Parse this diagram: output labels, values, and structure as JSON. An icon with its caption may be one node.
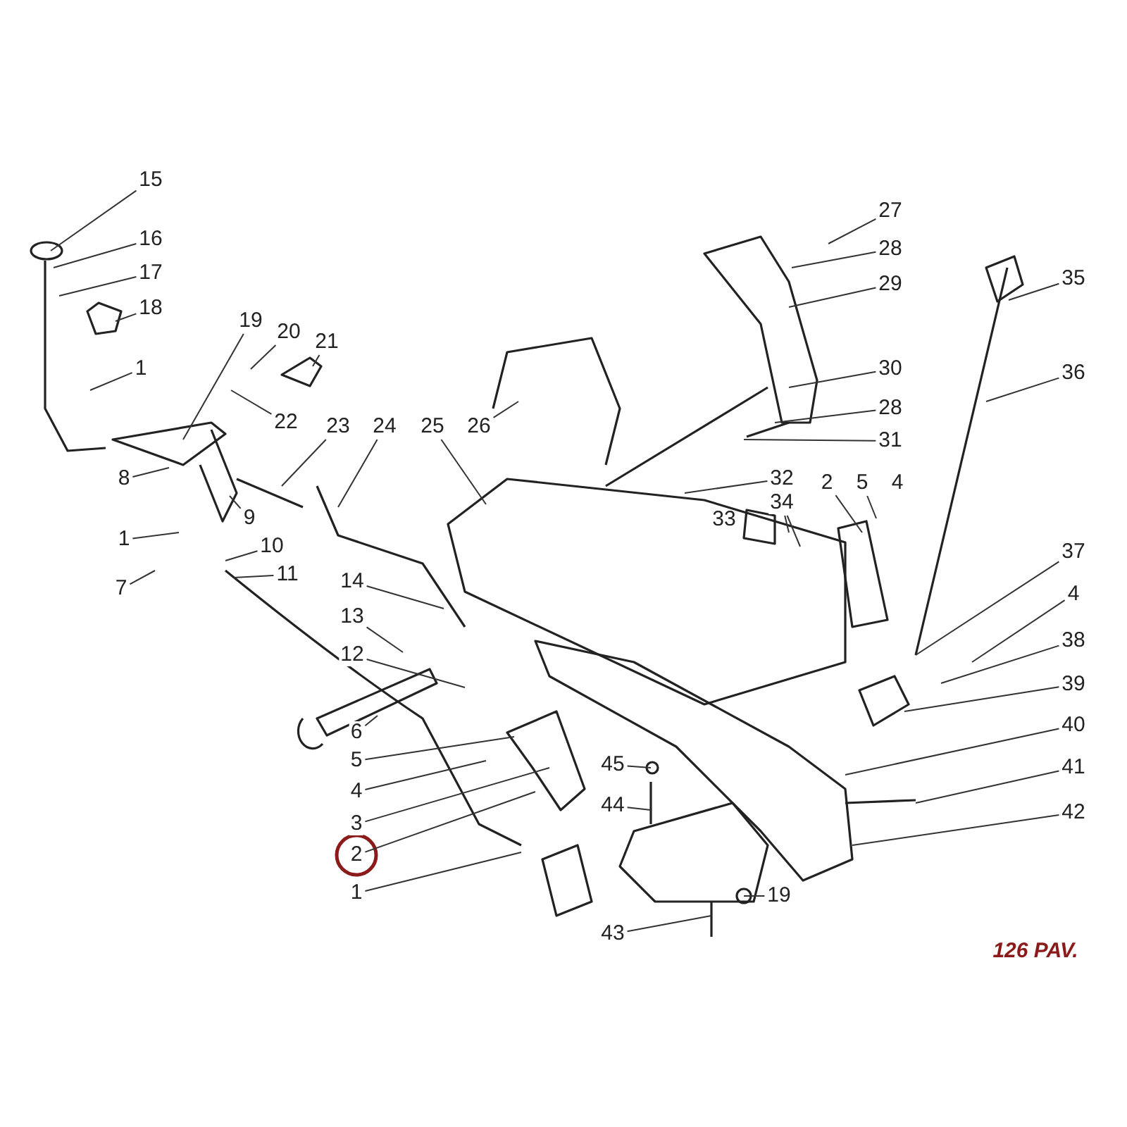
{
  "diagram": {
    "nodes": [
      {
        "text": [
          "15"
        ]
      },
      {
        "text": [
          "16"
        ]
      },
      {
        "text": [
          "17"
        ]
      },
      {
        "text": [
          "18"
        ]
      },
      {
        "text": [
          "19"
        ]
      },
      {
        "text": [
          "20"
        ]
      },
      {
        "text": [
          "21"
        ]
      },
      {
        "text": [
          "1"
        ]
      },
      {
        "text": [
          "22"
        ]
      },
      {
        "text": [
          "23"
        ]
      },
      {
        "text": [
          "24"
        ]
      },
      {
        "text": [
          "25"
        ]
      },
      {
        "text": [
          "26"
        ]
      },
      {
        "text": [
          "27"
        ]
      },
      {
        "text": [
          "28"
        ]
      },
      {
        "text": [
          "29"
        ]
      },
      {
        "text": [
          "30"
        ]
      },
      {
        "text": [
          "28"
        ]
      },
      {
        "text": [
          "31"
        ]
      },
      {
        "text": [
          "35"
        ]
      },
      {
        "text": [
          "36"
        ]
      },
      {
        "text": [
          "8"
        ]
      },
      {
        "text": [
          "9"
        ]
      },
      {
        "text": [
          "32"
        ]
      },
      {
        "text": [
          "34"
        ]
      },
      {
        "text": [
          "2"
        ]
      },
      {
        "text": [
          "5"
        ]
      },
      {
        "text": [
          "1"
        ]
      },
      {
        "text": [
          "10"
        ]
      },
      {
        "text": [
          "11"
        ]
      },
      {
        "text": [
          "7"
        ]
      },
      {
        "text": [
          "14"
        ]
      },
      {
        "text": [
          "13"
        ]
      },
      {
        "text": [
          "12"
        ]
      },
      {
        "text": [
          "37"
        ]
      },
      {
        "text": [
          "4"
        ]
      },
      {
        "text": [
          "38"
        ]
      },
      {
        "text": [
          "39"
        ]
      },
      {
        "text": [
          "6"
        ]
      },
      {
        "text": [
          "40"
        ]
      },
      {
        "text": [
          "5"
        ]
      },
      {
        "text": [
          "45"
        ]
      },
      {
        "text": [
          "4"
        ]
      },
      {
        "text": [
          "41"
        ]
      },
      {
        "text": [
          "3"
        ]
      },
      {
        "text": [
          "44"
        ]
      },
      {
        "text": [
          "42"
        ]
      },
      {
        "text": [
          "2"
        ]
      },
      {
        "text": [
          "1"
        ]
      },
      {
        "text": [
          "43"
        ]
      },
      {
        "text": [
          "19"
        ]
      }
    ],
    "edges": [
      {
        "from": 0,
        "to": null,
        "arrow": "none"
      },
      {
        "from": 1,
        "to": null,
        "arrow": "none"
      },
      {
        "from": 2,
        "to": null,
        "arrow": "none"
      },
      {
        "from": 3,
        "to": null,
        "arrow": "none"
      },
      {
        "from": 4,
        "to": null,
        "arrow": "none"
      },
      {
        "from": 5,
        "to": null,
        "arrow": "none"
      },
      {
        "from": 6,
        "to": null,
        "arrow": "none"
      },
      {
        "from": 7,
        "to": null,
        "arrow": "none"
      },
      {
        "from": 8,
        "to": null,
        "arrow": "none"
      },
      {
        "from": 9,
        "to": null,
        "arrow": "none"
      },
      {
        "from": 10,
        "to": null,
        "arrow": "none"
      },
      {
        "from": 11,
        "to": null,
        "arrow": "none"
      },
      {
        "from": 12,
        "to": null,
        "arrow": "none"
      },
      {
        "from": 13,
        "to": null,
        "arrow": "none"
      },
      {
        "from": 14,
        "to": null,
        "arrow": "none"
      },
      {
        "from": 15,
        "to": null,
        "arrow": "none"
      },
      {
        "from": 16,
        "to": null,
        "arrow": "none"
      },
      {
        "from": 17,
        "to": null,
        "arrow": "none"
      },
      {
        "from": 18,
        "to": null,
        "arrow": "none"
      },
      {
        "from": 19,
        "to": null,
        "arrow": "none"
      },
      {
        "from": 20,
        "to": null,
        "arrow": "none"
      },
      {
        "from": 21,
        "to": null,
        "arrow": "none"
      },
      {
        "from": 22,
        "to": null,
        "arrow": "none"
      },
      {
        "from": 23,
        "to": null,
        "arrow": "none"
      },
      {
        "from": 24,
        "to": null,
        "arrow": "none"
      },
      {
        "from": 24,
        "to": null,
        "arrow": "none"
      },
      {
        "from": 25,
        "to": null,
        "arrow": "none"
      },
      {
        "from": 26,
        "to": null,
        "arrow": "none"
      },
      {
        "from": 27,
        "to": null,
        "arrow": "none"
      },
      {
        "from": 28,
        "to": null,
        "arrow": "none"
      },
      {
        "from": 29,
        "to": null,
        "arrow": "none"
      },
      {
        "from": 30,
        "to": null,
        "arrow": "none"
      },
      {
        "from": 31,
        "to": null,
        "arrow": "none"
      },
      {
        "from": 32,
        "to": null,
        "arrow": "none"
      },
      {
        "from": 33,
        "to": null,
        "arrow": "none"
      },
      {
        "from": 34,
        "to": null,
        "arrow": "none"
      },
      {
        "from": 35,
        "to": null,
        "arrow": "none"
      },
      {
        "from": 36,
        "to": null,
        "arrow": "none"
      },
      {
        "from": 37,
        "to": null,
        "arrow": "none"
      },
      {
        "from": 38,
        "to": null,
        "arrow": "none"
      },
      {
        "from": 39,
        "to": null,
        "arrow": "none"
      },
      {
        "from": 40,
        "to": null,
        "arrow": "none"
      },
      {
        "from": 41,
        "to": null,
        "arrow": "none"
      },
      {
        "from": 42,
        "to": null,
        "arrow": "none"
      },
      {
        "from": 43,
        "to": null,
        "arrow": "none"
      },
      {
        "from": 44,
        "to": null,
        "arrow": "none"
      },
      {
        "from": 45,
        "to": null,
        "arrow": "none"
      },
      {
        "from": 46,
        "to": null,
        "arrow": "none"
      },
      {
        "from": 47,
        "to": null,
        "arrow": "none"
      },
      {
        "from": 48,
        "to": null,
        "arrow": "none"
      },
      {
        "from": 49,
        "to": null,
        "arrow": "none"
      },
      {
        "from": 50,
        "to": null,
        "arrow": "none"
      }
    ],
    "labels": [
      "33",
      "4",
      "126 PAV."
    ]
  }
}
